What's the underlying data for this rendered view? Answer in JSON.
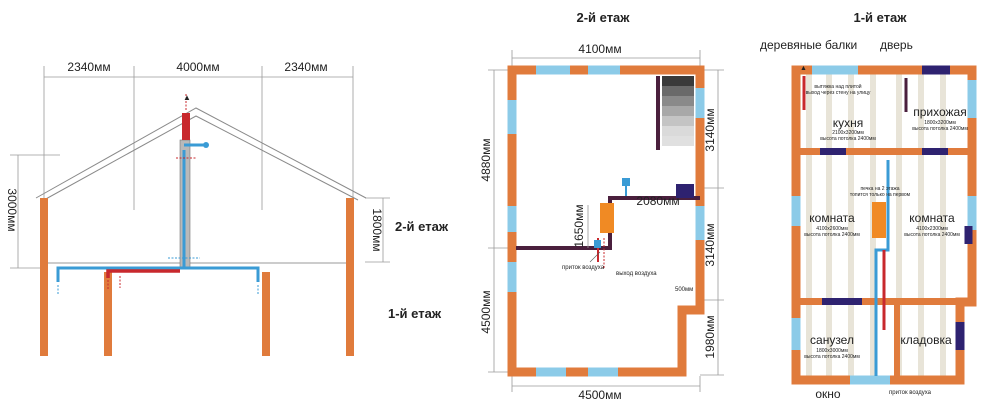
{
  "section": {
    "dims": {
      "left_width": "2340мм",
      "center_width": "4000мм",
      "right_width": "2340мм",
      "total_height": "3000мм",
      "upper_height": "1800мм"
    },
    "floor2_label": "2-й етаж",
    "floor1_label": "1-й етаж"
  },
  "floor2_plan": {
    "title": "2-й етаж",
    "dims": {
      "top": "4100мм",
      "bottom": "4500мм",
      "left_upper": "4880мм",
      "left_lower": "4500мм",
      "right_upper1": "3140мм",
      "right_upper2": "3140мм",
      "right_lower": "1980мм",
      "duct_width": "2080мм",
      "duct_height": "1650мм",
      "notch": "500мм"
    },
    "supply_label": "приток воздуха",
    "exhaust_label": "выход воздуха"
  },
  "floor1_plan": {
    "title": "1-й етаж",
    "beams_label": "деревяные балки",
    "door_label": "дверь",
    "window_label": "окно",
    "supply_label": "приток воздуха",
    "hood_note_1": "вытяжка над плитой",
    "hood_note_2": "выход через стену на улицу",
    "stove_note_1": "печка на 2 этажа",
    "stove_note_2": "топится только на первом",
    "rooms": {
      "kitchen": {
        "name": "кухня",
        "size": "2100х3200мм",
        "ceiling": "высота потолка 2400мм"
      },
      "hall": {
        "name": "прихожая",
        "size": "1800х3200мм",
        "ceiling": "высота потолка 2400мм"
      },
      "room_left": {
        "name": "комната",
        "size": "4100х2600мм",
        "ceiling": "высота потолка 2400мм"
      },
      "room_right": {
        "name": "комната",
        "size": "4100х2300мм",
        "ceiling": "высота потолка 2400мм"
      },
      "bathroom": {
        "name": "санузел",
        "size": "1800х3000мм",
        "ceiling": "высота потолка 2400мм"
      },
      "storage": {
        "name": "кладовка"
      }
    }
  },
  "colors": {
    "wall": "#e07b3c",
    "window": "#8ccbe8",
    "door": "#2e2270",
    "supply": "#3a9bd5",
    "exhaust": "#c8282d",
    "stove": "#f08a24",
    "beam": "#e8e4d8"
  }
}
